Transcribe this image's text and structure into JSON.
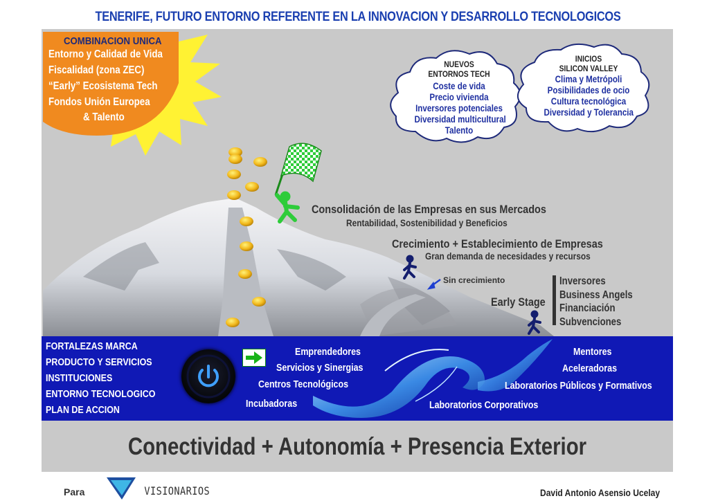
{
  "header": {
    "title": "TENERIFE, FUTURO ENTORNO REFERENTE EN LA INNOVACION Y DESARROLLO TECNOLOGICOS"
  },
  "sun_box": {
    "title": "COMBINACION UNICA",
    "items": [
      "Entorno y Calidad de Vida",
      "Fiscalidad (zona ZEC)",
      "“Early” Ecosistema Tech",
      "Fondos Unión Europea",
      "& Talento"
    ]
  },
  "cloud_left": {
    "heading": [
      "NUEVOS",
      "ENTORNOS TECH"
    ],
    "items": [
      "Coste de vida",
      "Precio vivienda",
      "Inversores potenciales",
      "Diversidad multicultural",
      "Talento"
    ]
  },
  "cloud_right": {
    "heading": [
      "INICIOS",
      "SILICON VALLEY"
    ],
    "items": [
      "Clima y Metrópoli",
      "Posibilidades de ocio",
      "Cultura tecnológica",
      "Diversidad y Tolerancia"
    ]
  },
  "stages": {
    "consolidation": {
      "title": "Consolidación de las Empresas en sus Mercados",
      "subtitle": "Rentabilidad, Sostenibilidad y Beneficios"
    },
    "growth": {
      "title": "Crecimiento + Establecimiento de Empresas",
      "subtitle": "Gran demanda de necesidades y recursos"
    },
    "no_growth": "Sin crecimiento",
    "early": {
      "title": "Early Stage",
      "items": [
        "Inversores",
        "Business Angels",
        "Financiación",
        "Subvenciones"
      ]
    }
  },
  "band": {
    "left_items": [
      "FORTALEZAS MARCA",
      "PRODUCTO Y SERVICIOS",
      "INSTITUCIONES",
      "ENTORNO TECNOLOGICO",
      "PLAN DE ACCION"
    ],
    "center_items": [
      "Emprendedores",
      "Servicios y Sinergias",
      "Centros Tecnológicos",
      "Incubadoras"
    ],
    "bottom_item": "Laboratorios Corporativos",
    "right_items": [
      "Mentores",
      "Aceleradoras",
      "Laboratorios Públicos y Formativos"
    ]
  },
  "slogan": "Conectividad  +  Autonomía  +  Presencia Exterior",
  "footer": {
    "para": "Para",
    "brand": "VISIONARIOS",
    "author": "David Antonio Asensio Ucelay"
  },
  "icons": [
    "sun-icon",
    "checkered-flag-icon",
    "coin-icon",
    "runner-icon",
    "walker-icon",
    "arrow-right-icon",
    "power-icon",
    "wave-icon",
    "brand-logo-icon",
    "arrow-pointer-icon"
  ],
  "colors": {
    "title_blue": "#1a3fb0",
    "band_blue": "#1019b5",
    "sun_orange": "#f08a1f",
    "sun_yellow": "#fff233",
    "figure_green": "#2ecc3a",
    "panel_gray": "#c9c9c9"
  }
}
